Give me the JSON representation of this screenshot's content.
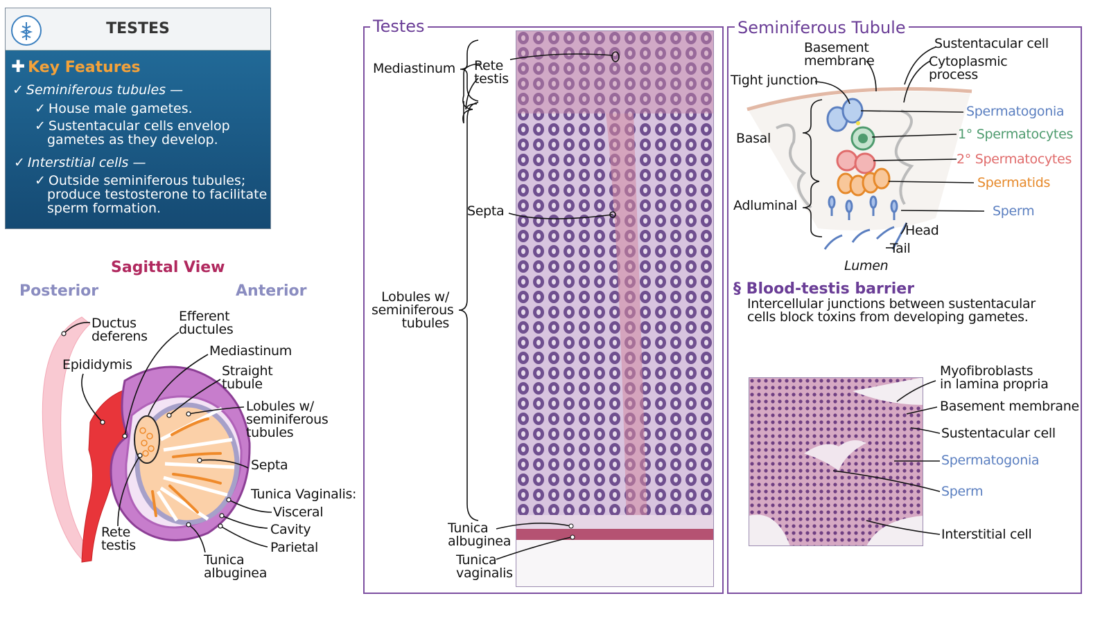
{
  "key_features": {
    "title": "TESTES",
    "heading": "Key Features",
    "seminiferous_tubules": "Seminiferous tubules —",
    "sem_point1": "House male gametes.",
    "sem_point2_l1": "Sustentacular cells envelop",
    "sem_point2_l2": "gametes as they develop.",
    "interstitial_cells": "Interstitial cells —",
    "int_point_l1": "Outside seminiferous tubules;",
    "int_point_l2": "produce testosterone to facilitate",
    "int_point_l3": "sperm formation."
  },
  "sagittal": {
    "title": "Sagittal View",
    "posterior": "Posterior",
    "anterior": "Anterior",
    "ductus_l1": "Ductus",
    "ductus_l2": "deferens",
    "epididymis": "Epididymis",
    "efferent_l1": "Efferent",
    "efferent_l2": "ductules",
    "mediastinum": "Mediastinum",
    "straight_l1": "Straight",
    "straight_l2": "tubule",
    "lobules_l1": "Lobules w/",
    "lobules_l2": "seminiferous",
    "lobules_l3": "tubules",
    "septa": "Septa",
    "tunica_vaginalis": "Tunica Vaginalis:",
    "visceral": "Visceral",
    "cavity": "Cavity",
    "parietal": "Parietal",
    "rete_l1": "Rete",
    "rete_l2": "testis",
    "tunica_alb_l1": "Tunica",
    "tunica_alb_l2": "albuginea"
  },
  "testes_panel": {
    "title": "Testes",
    "mediastinum": "Mediastinum",
    "rete_l1": "Rete",
    "rete_l2": "testis",
    "septa": "Septa",
    "lobules_l1": "Lobules w/",
    "lobules_l2": "seminiferous",
    "lobules_l3": "tubules",
    "tunica_alb_l1": "Tunica",
    "tunica_alb_l2": "albuginea",
    "tunica_vag_l1": "Tunica",
    "tunica_vag_l2": "vaginalis"
  },
  "tubule_panel": {
    "title": "Seminiferous Tubule",
    "basement_l1": "Basement",
    "basement_l2": "membrane",
    "sustentacular": "Sustentacular cell",
    "cytoplasmic_l1": "Cytoplasmic",
    "cytoplasmic_l2": "process",
    "tight_junction": "Tight junction",
    "spermatogonia": "Spermatogonia",
    "primary_spermatocytes": "1° Spermatocytes",
    "secondary_spermatocytes": "2° Spermatocytes",
    "spermatids": "Spermatids",
    "sperm": "Sperm",
    "basal": "Basal",
    "adluminal": "Adluminal",
    "head": "Head",
    "tail": "Tail",
    "lumen": "Lumen",
    "barrier_title": "Blood-testis barrier",
    "barrier_l1": "Intercellular junctions between sustentacular",
    "barrier_l2": "cells block toxins from developing gametes.",
    "micro_myofib_l1": "Myofibroblasts",
    "micro_myofib_l2": "in lamina propria",
    "micro_basement": "Basement membrane",
    "micro_sustentacular": "Sustentacular cell",
    "micro_spermatogonia": "Spermatogonia",
    "micro_sperm": "Sperm",
    "micro_interstitial": "Interstitial cell"
  },
  "colors": {
    "frame": "#7c4ea0",
    "spermatogonia": "#5b7fc0",
    "primary_spermatocytes": "#4e9b6e",
    "secondary_spermatocytes": "#e06b6b",
    "spermatids": "#e6892a",
    "sperm": "#5b7fc0",
    "histology": "#8a5c9e"
  }
}
